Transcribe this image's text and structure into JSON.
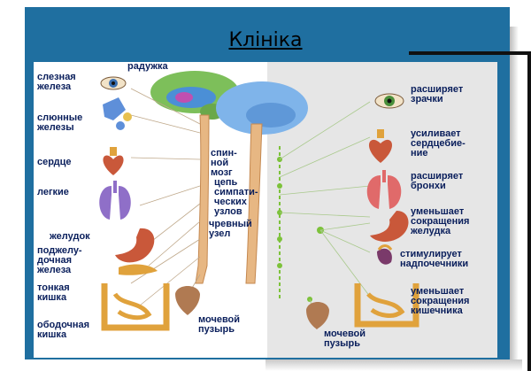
{
  "slide": {
    "title": "Клініка"
  },
  "diagram": {
    "center_labels": {
      "iris": "радужка",
      "spinal_cord": "спин-\nной\nмозг",
      "sympathetic_chain": "цепь\nсимпати-\nческих\nузлов",
      "celiac_ganglion": "чревный\nузел"
    },
    "left_organs": [
      {
        "id": "lacrimal",
        "label": "слезная\nжелеза"
      },
      {
        "id": "salivary",
        "label": "слюнные\nжелезы"
      },
      {
        "id": "heart",
        "label": "сердце"
      },
      {
        "id": "lungs",
        "label": "легкие"
      },
      {
        "id": "stomach",
        "label": "желудок"
      },
      {
        "id": "pancreas",
        "label": "поджелу-\nдочная\nжелеза"
      },
      {
        "id": "small_intestine",
        "label": "тонкая\nкишка"
      },
      {
        "id": "colon",
        "label": "ободочная\nкишка"
      },
      {
        "id": "bladder",
        "label": "мочевой\nпузырь"
      }
    ],
    "right_effects": [
      {
        "id": "pupils",
        "label": "расширяет\nзрачки"
      },
      {
        "id": "heartbeat",
        "label": "усиливает\nсердцебие-\nние"
      },
      {
        "id": "bronchi",
        "label": "расширяет\nбронхи"
      },
      {
        "id": "stomach_contraction",
        "label": "уменьшает\nсокращения\nжелудка"
      },
      {
        "id": "adrenal",
        "label": "стимулирует\nнадпочечники"
      },
      {
        "id": "intestine_contraction",
        "label": "уменьшает\nсокращения\nкишечника"
      },
      {
        "id": "bladder_right",
        "label": "мочевой\nпузырь"
      }
    ],
    "colors": {
      "frame": "#1f6fa0",
      "label_text": "#0a1f5c",
      "brain_left": "#7dbf5a",
      "brain_right": "#7fb4ea",
      "spinal": "#e7b783",
      "ganglion": "#7dc23b",
      "organ_red": "#c9583a",
      "organ_gold": "#e0a23c",
      "lung": "#8f6fc8"
    }
  }
}
